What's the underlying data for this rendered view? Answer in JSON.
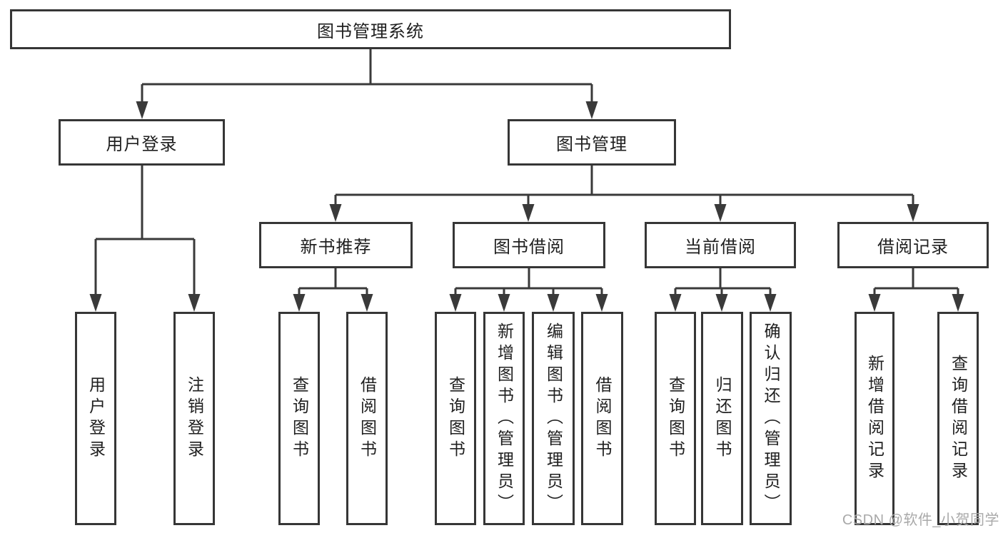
{
  "title": "图书管理系统",
  "colors": {
    "border": "#363636",
    "line": "#3a3a3a",
    "text": "#1f1f1f",
    "background": "#ffffff",
    "watermark": "#a9a9a9"
  },
  "nodes": {
    "root": {
      "label": "图书管理系统"
    },
    "level2": [
      {
        "label": "用户登录"
      },
      {
        "label": "图书管理"
      }
    ],
    "level3": [
      {
        "label": "新书推荐"
      },
      {
        "label": "图书借阅"
      },
      {
        "label": "当前借阅"
      },
      {
        "label": "借阅记录"
      }
    ],
    "leaves": [
      {
        "label": "用户登录"
      },
      {
        "label": "注销登录"
      },
      {
        "label": "查询图书"
      },
      {
        "label": "借阅图书"
      },
      {
        "label": "查询图书"
      },
      {
        "label": "新增图书（管理员）"
      },
      {
        "label": "编辑图书（管理员）"
      },
      {
        "label": "借阅图书"
      },
      {
        "label": "查询图书"
      },
      {
        "label": "归还图书"
      },
      {
        "label": "确认归还（管理员）"
      },
      {
        "label": "新增借阅记录"
      },
      {
        "label": "查询借阅记录"
      }
    ]
  },
  "tree": {
    "图书管理系统": {
      "用户登录": [
        "用户登录",
        "注销登录"
      ],
      "图书管理": {
        "新书推荐": [
          "查询图书",
          "借阅图书"
        ],
        "图书借阅": [
          "查询图书",
          "新增图书（管理员）",
          "编辑图书（管理员）",
          "借阅图书"
        ],
        "当前借阅": [
          "查询图书",
          "归还图书",
          "确认归还（管理员）"
        ],
        "借阅记录": [
          "新增借阅记录",
          "查询借阅记录"
        ]
      }
    }
  },
  "watermark": {
    "text": "CSDN @软件_小贺同学"
  }
}
